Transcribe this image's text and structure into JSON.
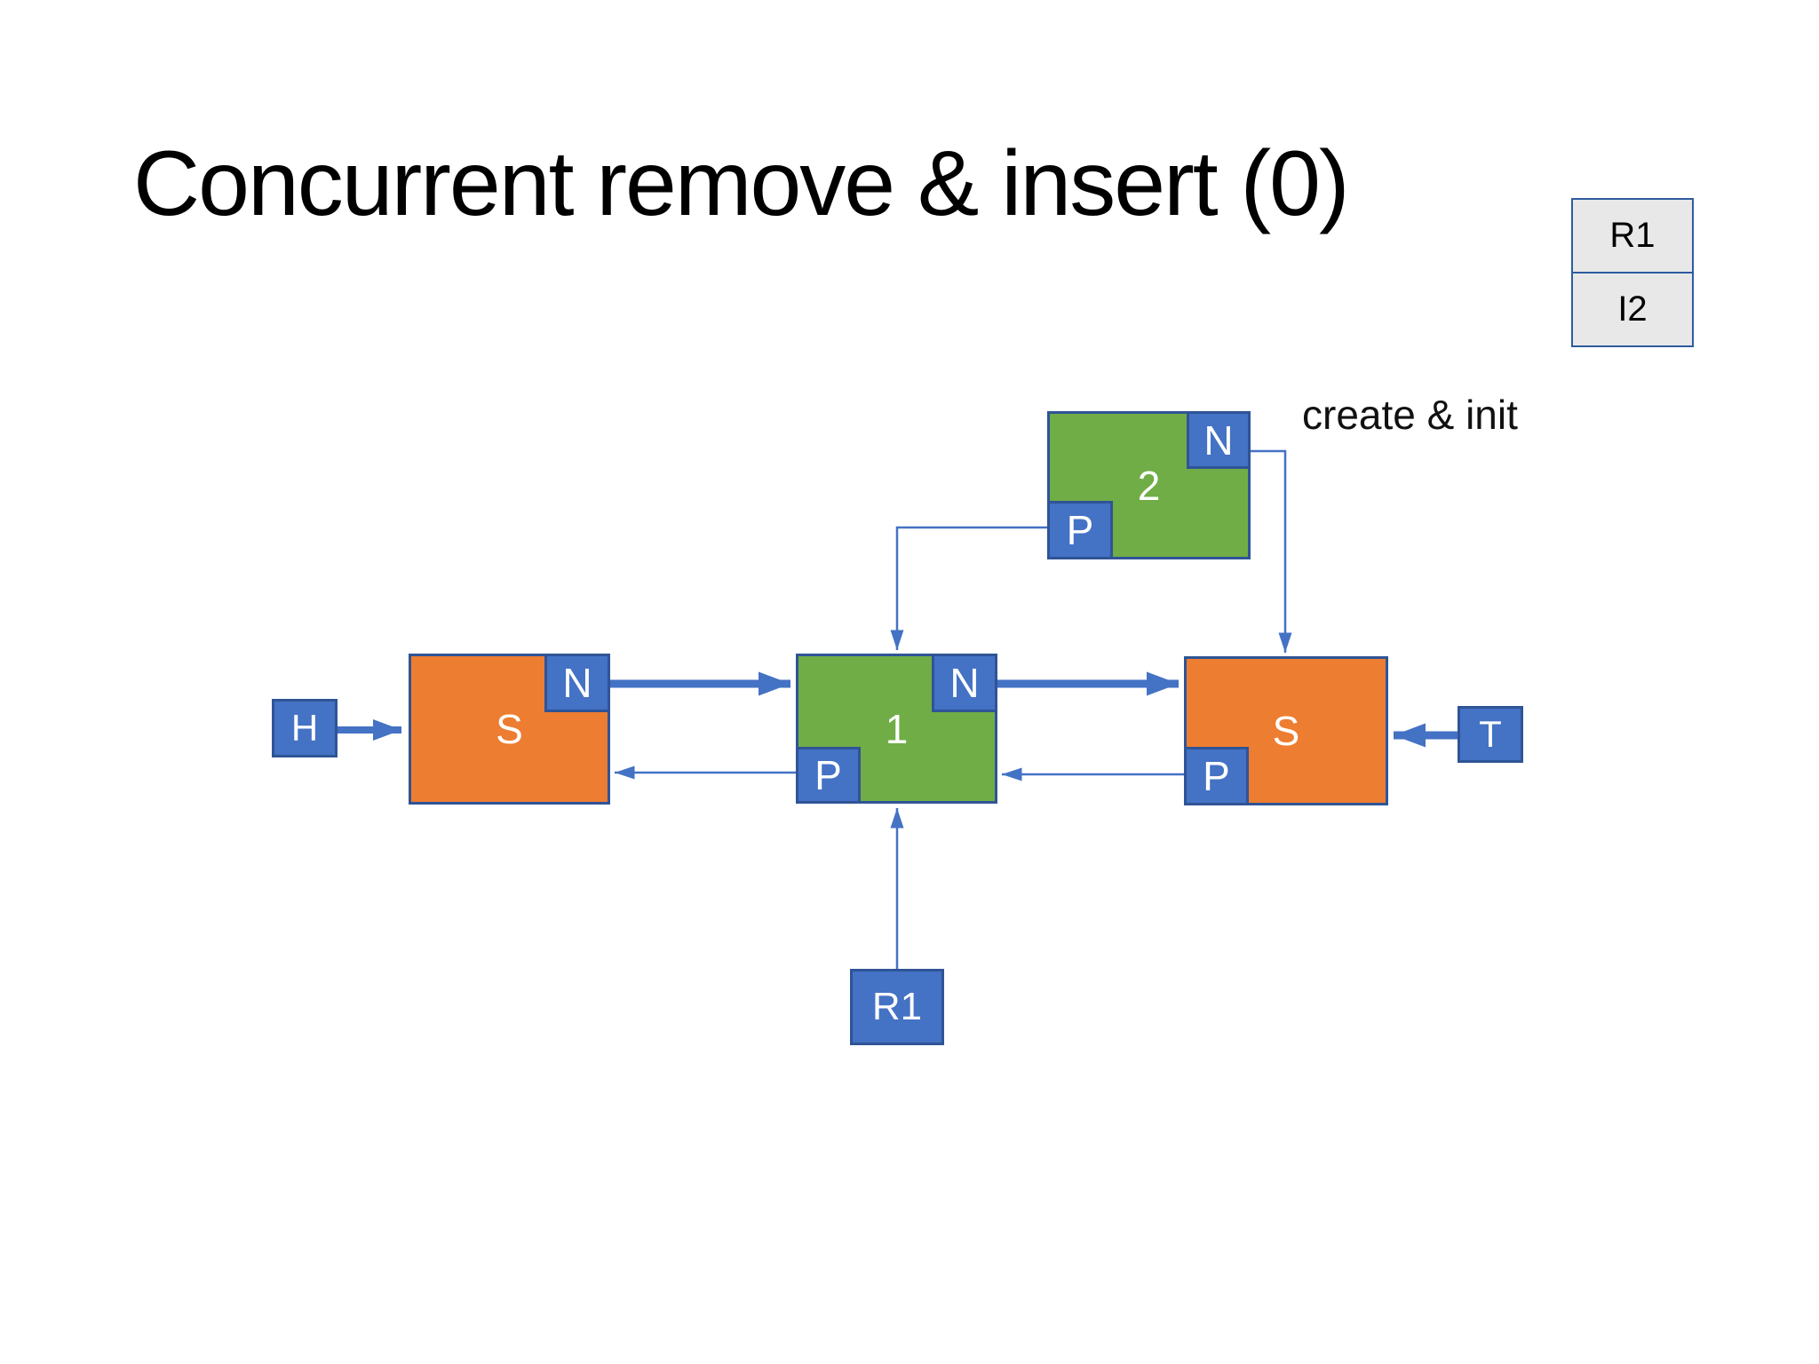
{
  "title": "Concurrent remove & insert (0)",
  "annotation": "create & init",
  "legend": {
    "items": [
      {
        "label": "R1"
      },
      {
        "label": "I2"
      }
    ]
  },
  "pointers": {
    "head": "H",
    "tail": "T",
    "remover": "R1"
  },
  "nodes": {
    "sentinel_left": {
      "value": "S",
      "next": "N"
    },
    "node1": {
      "value": "1",
      "next": "N",
      "prev": "P"
    },
    "node2": {
      "value": "2",
      "next": "N",
      "prev": "P"
    },
    "sentinel_right": {
      "value": "S",
      "prev": "P"
    }
  },
  "colors": {
    "accent_blue": "#4472c4",
    "border_blue": "#2f5496",
    "orange": "#ed7d31",
    "green": "#70ad47",
    "legend_fill": "#e9e8e8"
  }
}
